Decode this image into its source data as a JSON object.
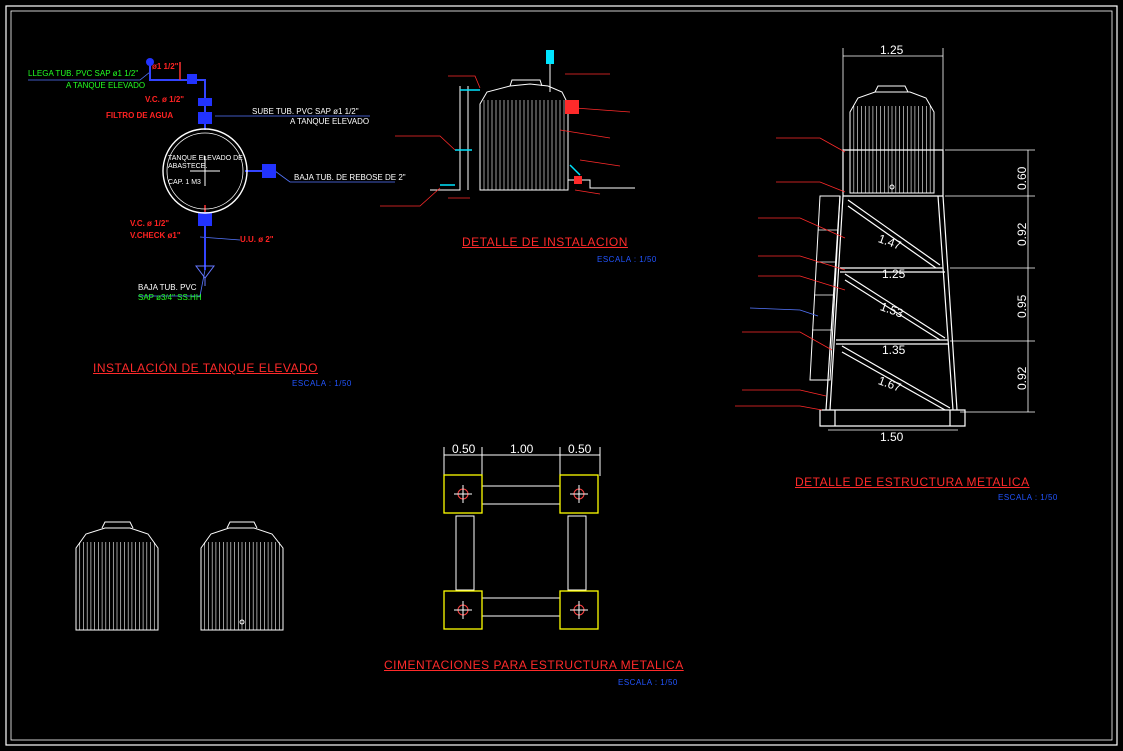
{
  "sections": {
    "instalacion_tanque": {
      "title": "INSTALACIÓN DE TANQUE ELEVADO",
      "scale": "ESCALA : 1/50"
    },
    "detalle_instalacion": {
      "title": "DETALLE DE INSTALACION",
      "scale": "ESCALA : 1/50"
    },
    "detalle_estructura": {
      "title": "DETALLE DE ESTRUCTURA METALICA",
      "scale": "ESCALA : 1/50"
    },
    "cimentaciones": {
      "title": "CIMENTACIONES PARA ESTRUCTURA METALICA",
      "scale": "ESCALA : 1/50"
    }
  },
  "plan_labels": {
    "llega_1": "LLEGA TUB. PVC SAP ø1 1/2\"",
    "llega_2": "A TANQUE ELEVADO",
    "pipe_1": "ø1 1/2\"",
    "vc": "V.C. ø 1/2\"",
    "filtro": "FILTRO DE AGUA",
    "sube_1": "SUBE TUB. PVC SAP ø1 1/2\"",
    "sube_2": "A TANQUE ELEVADO",
    "tank_1": "TANQUE ELEVADO DE",
    "tank_2": "ABASTECE.",
    "tank_3": "CAP.  1 M3",
    "rebose": "BAJA TUB. DE REBOSE DE 2\"",
    "vc2": "V.C. ø 1/2\"",
    "vcheck": "V.CHECK ø1\"",
    "uu": "U.U. ø 2\"",
    "baja_1": "BAJA TUB. PVC",
    "baja_2": "SAP ø3/4\" SS.HH"
  },
  "dimensions": {
    "top_width": "1.25",
    "h1": "0.60",
    "h2": "0.92",
    "h3": "0.95",
    "h4": "0.92",
    "diag1": "1.47",
    "w2": "1.25",
    "diag2": "1.53",
    "w3": "1.35",
    "diag3": "1.67",
    "bottom_width": "1.50",
    "found_a": "0.50",
    "found_b": "1.00",
    "found_c": "0.50"
  },
  "colors": {
    "line": "#ffffff",
    "accent_red": "#ff2a2a",
    "accent_blue": "#2255ff",
    "accent_green": "#22ff22",
    "footing": "#ffff00"
  }
}
